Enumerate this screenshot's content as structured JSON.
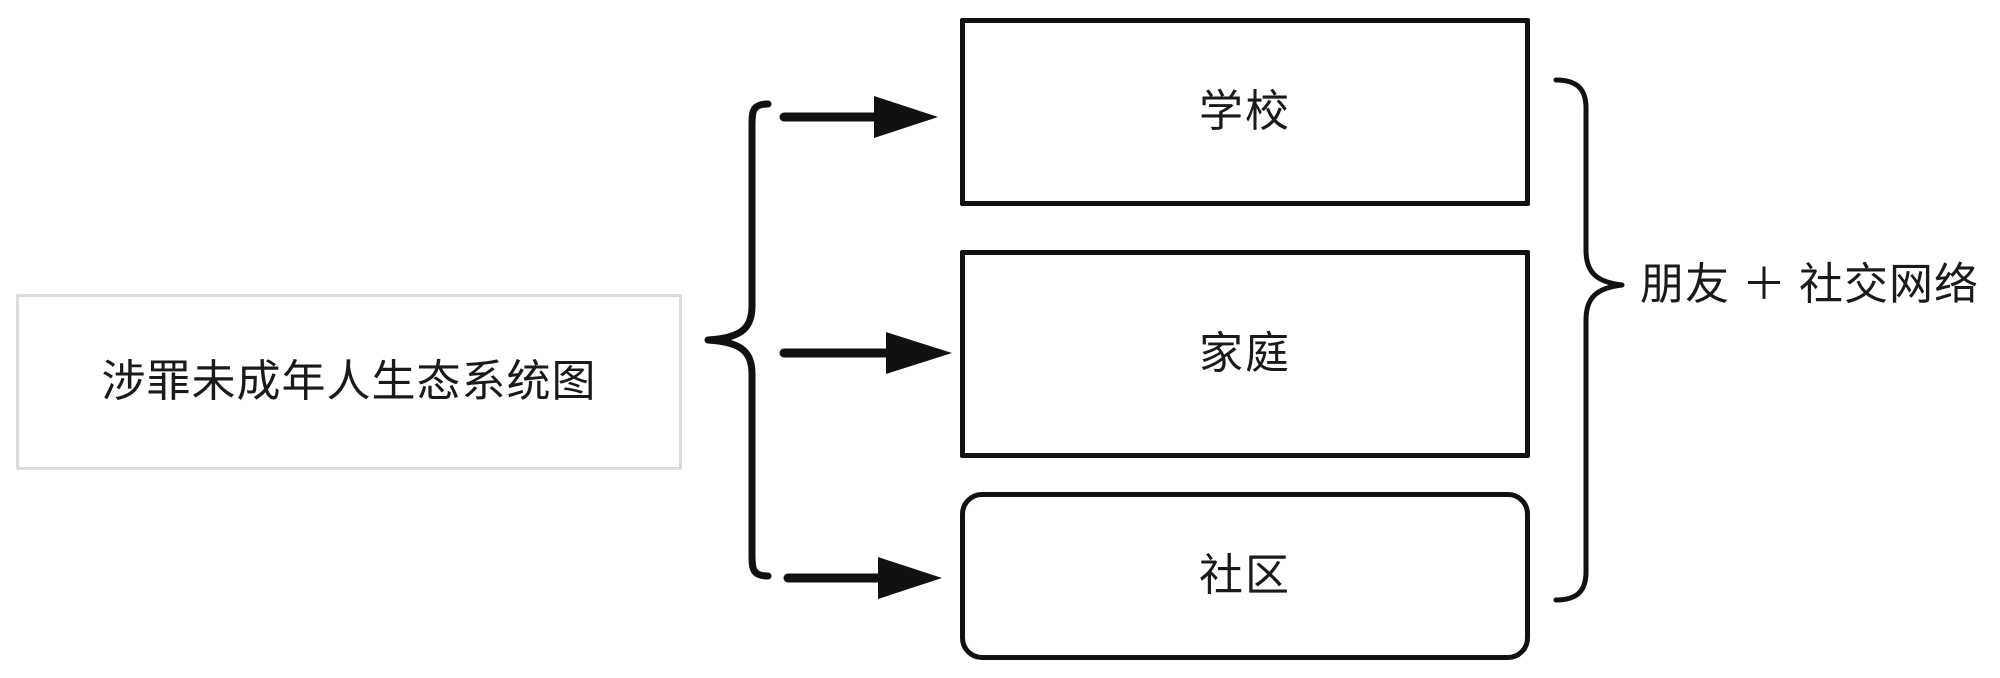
{
  "diagram": {
    "title_text": "涉罪未成年人生态系统图",
    "root": {
      "label": "涉罪未成年人生态系统图",
      "border_color": "#dcdcdc"
    },
    "systems": [
      {
        "id": "school",
        "label": "学校",
        "shape": "rectangle"
      },
      {
        "id": "family",
        "label": "家庭",
        "shape": "rectangle"
      },
      {
        "id": "community",
        "label": "社区",
        "shape": "rounded-rectangle"
      }
    ],
    "annotation": {
      "label": "朋友 ＋ 社交网络",
      "parts": {
        "first": "朋友",
        "operator": "＋",
        "second": "社交网络"
      }
    },
    "connectors": {
      "left_brace": "curly-brace-opening-right",
      "right_brace": "curly-brace-opening-left",
      "arrow_count": 3,
      "arrow_style": "solid-filled-triangle"
    },
    "colors": {
      "node_border": "#111111",
      "root_border": "#dcdcdc",
      "text": "#1a1a1a",
      "background": "#ffffff"
    }
  }
}
